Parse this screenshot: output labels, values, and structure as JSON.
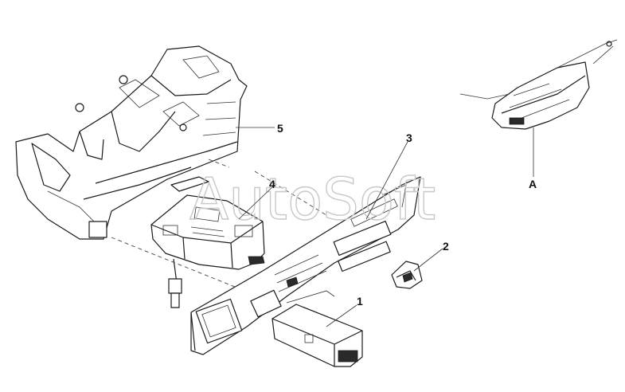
{
  "watermark": "AutoSoft",
  "callouts": {
    "c1": "1",
    "c2": "2",
    "c3": "3",
    "c4": "4",
    "c5": "5",
    "cA": "A"
  },
  "colors": {
    "line": "#1a1a1a",
    "watermark": "#c8c8c8",
    "background": "#ffffff"
  }
}
